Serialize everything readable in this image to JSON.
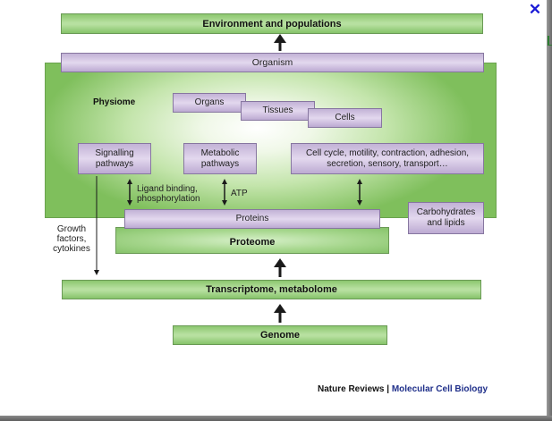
{
  "close_button": {
    "symbol": "✕",
    "icon": "close-icon",
    "color": "#1a1ad6"
  },
  "diagram": {
    "levels": {
      "environment": "Environment and populations",
      "organism": "Organism",
      "physiome": "Physiome",
      "organs": "Organs",
      "tissues": "Tissues",
      "cells": "Cells",
      "signalling": "Signalling pathways",
      "metabolic": "Metabolic pathways",
      "cell_functions": "Cell cycle, motility, contraction, adhesion, secretion, sensory, transport…",
      "proteins": "Proteins",
      "carbohydrates": "Carbohydrates and lipids",
      "proteome": "Proteome",
      "transcriptome": "Transcriptome, metabolome",
      "genome": "Genome"
    },
    "annotations": {
      "ligand": "Ligand binding, phosphorylation",
      "atp": "ATP",
      "growth": "Growth factors, cytokines"
    },
    "colors": {
      "green": "#8cc76f",
      "purple": "#c2b2d6",
      "arrow": "#1a1a1a"
    }
  },
  "credit": {
    "publisher": "Nature Reviews",
    "separator": " | ",
    "journal": "Molecular Cell Biology"
  }
}
